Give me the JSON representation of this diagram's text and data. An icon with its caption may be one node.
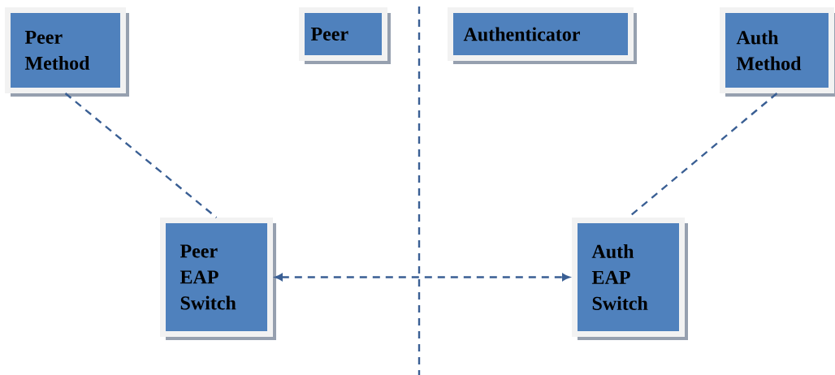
{
  "diagram": {
    "nodes": [
      {
        "text": [
          "Peer Method"
        ]
      },
      {
        "text": [
          "Peer"
        ]
      },
      {
        "text": [
          "Authenticator"
        ]
      },
      {
        "text": [
          "Auth Method"
        ]
      },
      {
        "text": [
          "Peer EAP Switch"
        ]
      },
      {
        "text": [
          "Auth EAP Switch"
        ]
      }
    ],
    "edges": [
      {
        "from": 0,
        "to": 4,
        "arrow": "none",
        "style": "dashed"
      },
      {
        "from": 3,
        "to": 5,
        "arrow": "none",
        "style": "dashed"
      },
      {
        "from": 4,
        "to": 5,
        "arrow": "both",
        "style": "dashed"
      }
    ]
  }
}
